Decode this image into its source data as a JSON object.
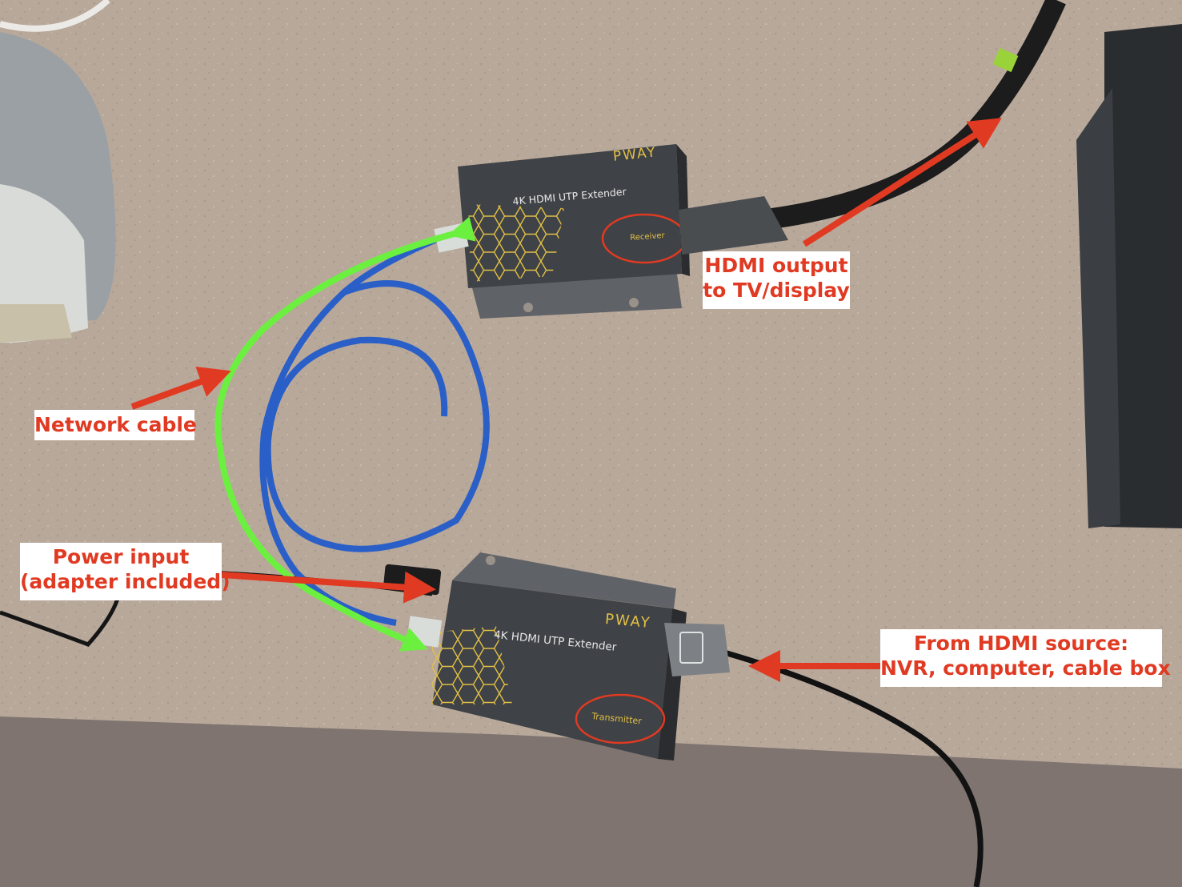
{
  "annotations": {
    "hdmi_output": [
      "HDMI output",
      "to TV/display"
    ],
    "network_cable": [
      "Network cable"
    ],
    "power_input": [
      "Power input",
      "(adapter included)"
    ],
    "hdmi_source": [
      "From HDMI source:",
      "NVR, computer, cable box"
    ]
  },
  "receiver": {
    "brand": "PWAY",
    "model": "4K HDMI UTP Extender",
    "role": "Receiver"
  },
  "transmitter": {
    "brand": "PWAY",
    "model": "4K HDMI UTP Extender",
    "role": "Transmitter"
  },
  "colors": {
    "annotation_red": "#e03a22",
    "network_arrow_green": "#6cf040",
    "device_gold": "#e2c046",
    "ethernet_blue": "#2a5fc8",
    "countertop": "#b8a89a"
  }
}
